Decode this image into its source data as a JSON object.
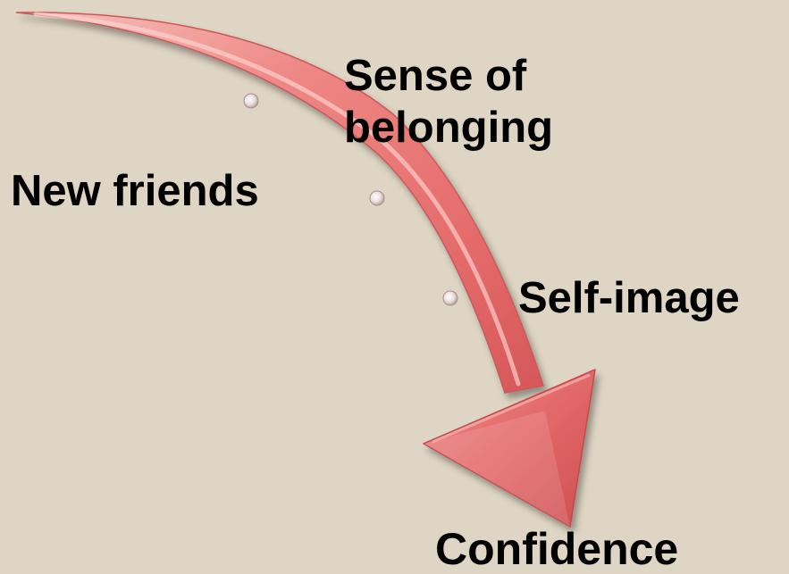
{
  "labels": {
    "new_friends": "New friends",
    "sense_of_belonging": "Sense of belonging",
    "self_image": "Self-image",
    "confidence": "Confidence"
  },
  "colors": {
    "background": "#ded5c4",
    "arrow": "#e46a69",
    "arrow_dark": "#c94a4c",
    "arrow_light": "#f9b3ae",
    "text": "#000000"
  },
  "arrow_markers": 3
}
